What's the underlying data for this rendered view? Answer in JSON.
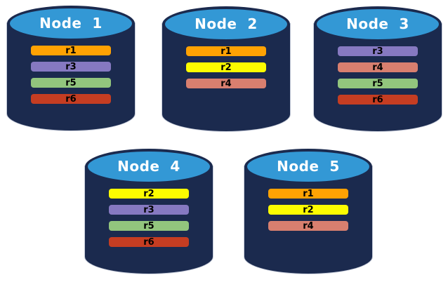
{
  "diagram": {
    "description": "Five database node cylinders holding replicated ranges r1-r6"
  },
  "colors": {
    "page_background": "#FFFFFF",
    "cylinder_body": "#1B2A4E",
    "cylinder_top_fill": "#3398D5",
    "cylinder_outline": "#1B2A4E",
    "title_text": "#FFFFFF",
    "bar_text": "#000000",
    "replica_colors": {
      "r1": "#FFA203",
      "r2": "#FCFC00",
      "r3": "#8679C1",
      "r4": "#D87F6F",
      "r5": "#92C57D",
      "r6": "#C53D22"
    }
  },
  "nodes": [
    {
      "title": "Node  1",
      "replicas": [
        "r1",
        "r3",
        "r5",
        "r6"
      ]
    },
    {
      "title": "Node  2",
      "replicas": [
        "r1",
        "r2",
        "r4"
      ]
    },
    {
      "title": "Node  3",
      "replicas": [
        "r3",
        "r4",
        "r5",
        "r6"
      ]
    },
    {
      "title": "Node  4",
      "replicas": [
        "r2",
        "r3",
        "r5",
        "r6"
      ]
    },
    {
      "title": "Node  5",
      "replicas": [
        "r1",
        "r2",
        "r4"
      ]
    }
  ]
}
